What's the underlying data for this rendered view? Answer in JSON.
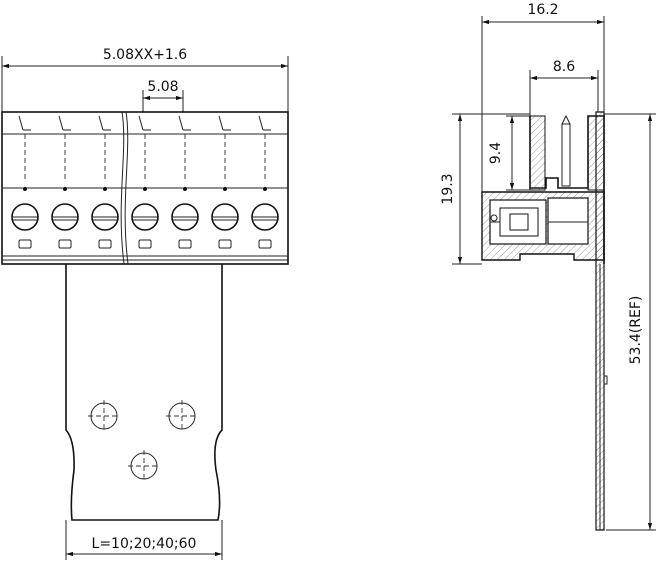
{
  "front_view": {
    "width_label": "5.08XX+1.6",
    "pitch_label": "5.08",
    "length_label": "L=10;20;40;60",
    "pin_count": 7
  },
  "side_view": {
    "top_width_label": "16.2",
    "inner_width_label": "8.6",
    "upper_height_label": "9.4",
    "body_height_label": "19.3",
    "total_height_label": "53.4(REF)"
  }
}
